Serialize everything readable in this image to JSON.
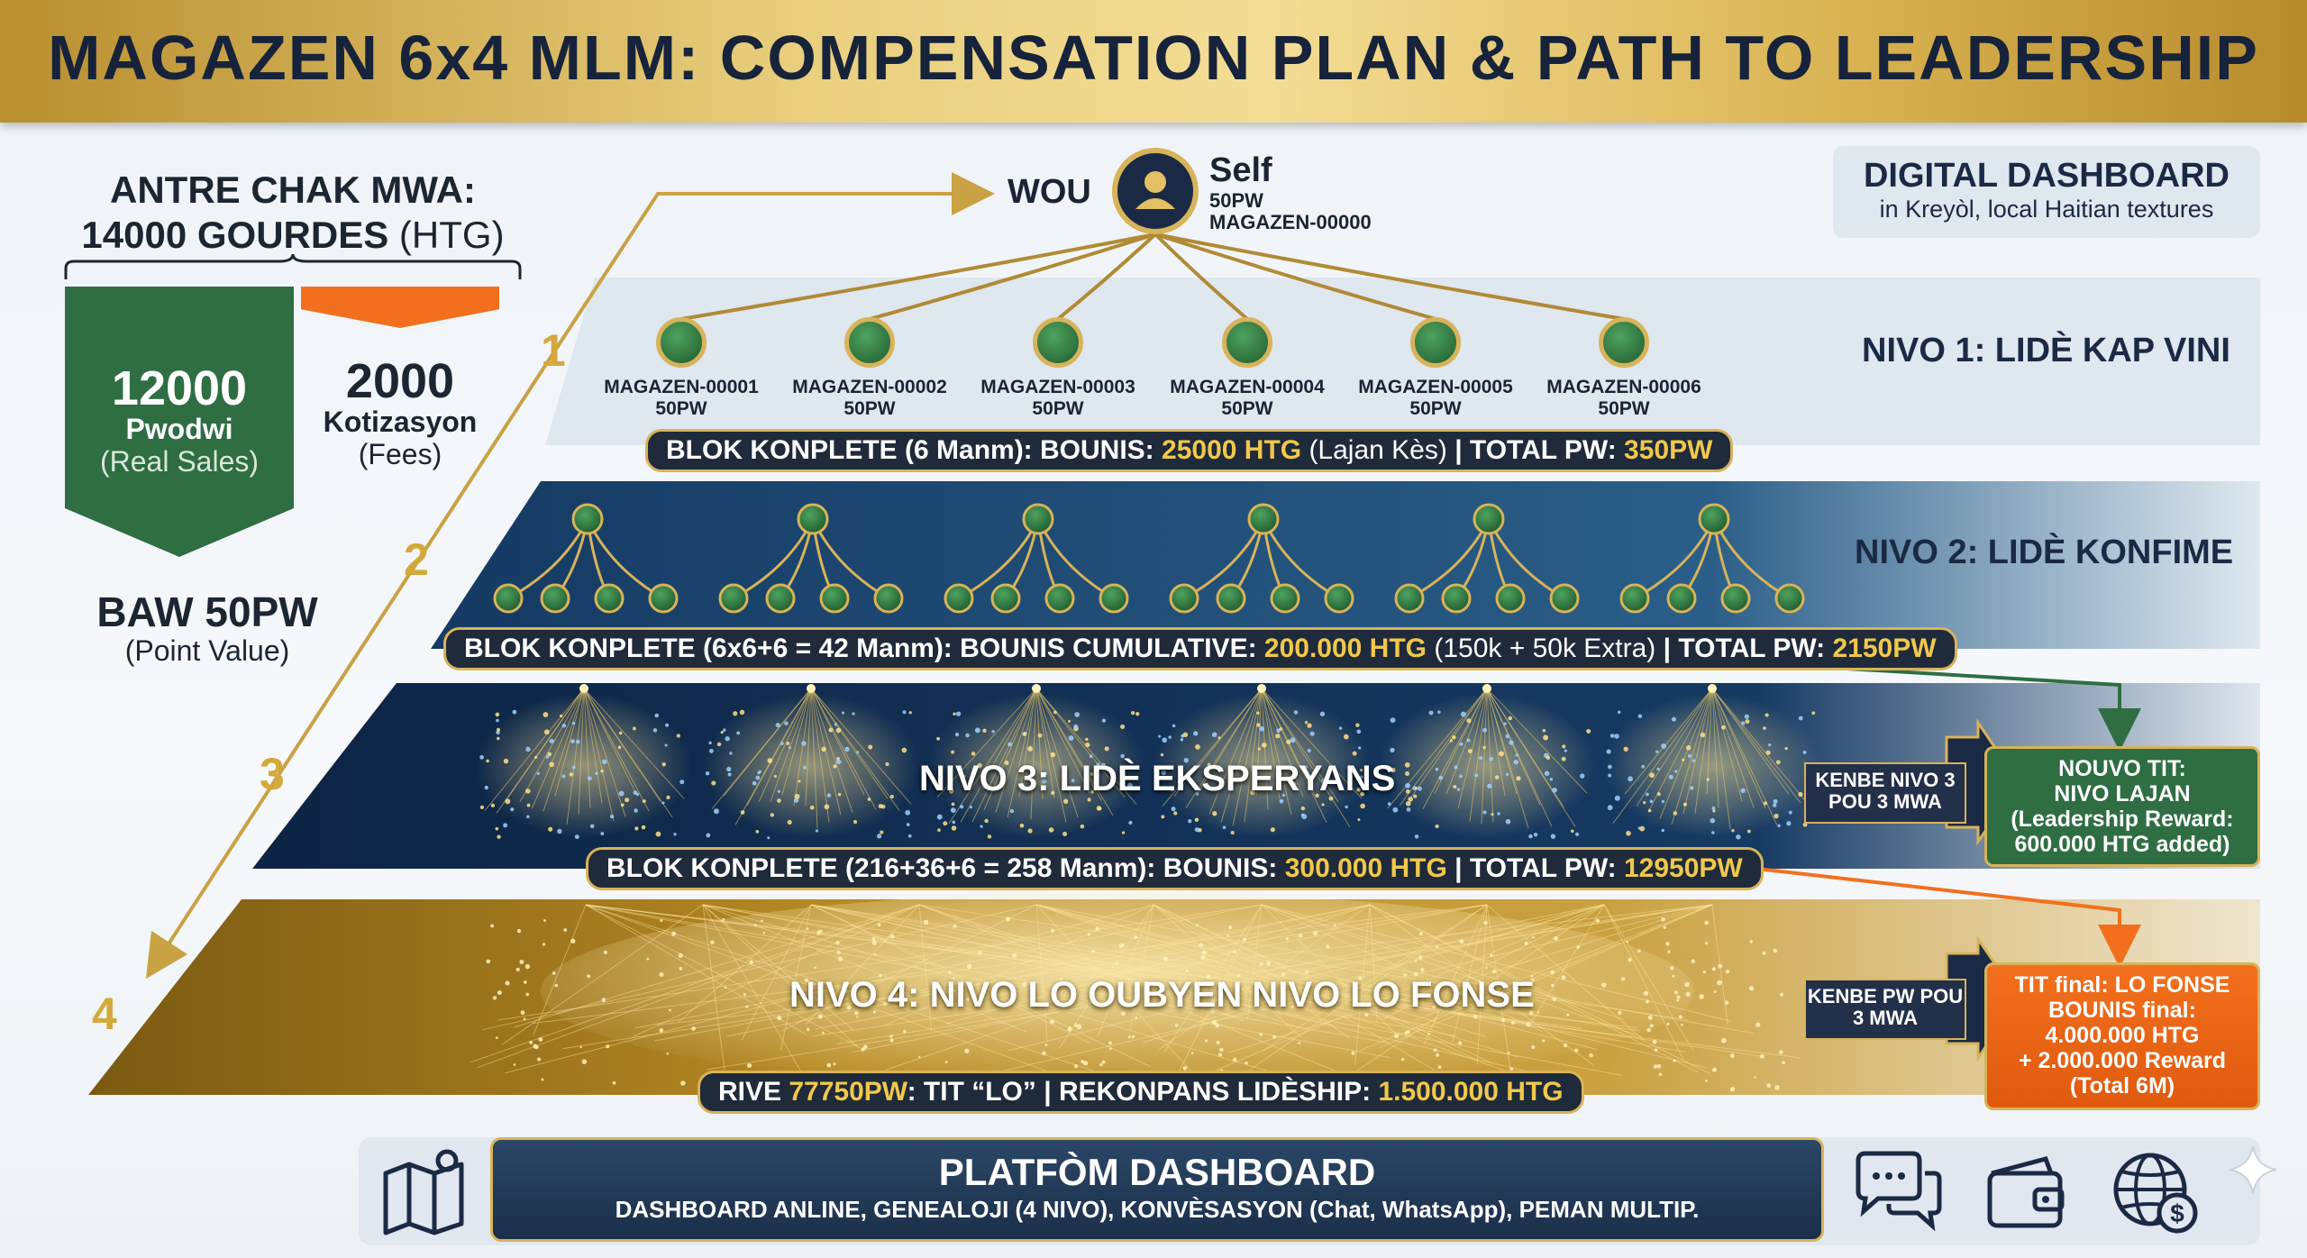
{
  "title": "MAGAZEN 6x4 MLM: COMPENSATION PLAN & PATH TO LEADERSHIP",
  "entry": {
    "line1": "ANTRE CHAK MWA:",
    "line2_bold": "14000 GOURDES",
    "line2_thin": "(HTG)",
    "products_value": "12000",
    "products_label": "Pwodwi",
    "products_note": "(Real Sales)",
    "fees_value": "2000",
    "fees_label": "Kotizasyon",
    "fees_note": "(Fees)",
    "base_pw": "BAW 50PW",
    "base_note": "(Point Value)"
  },
  "path_numbers": [
    "1",
    "2",
    "3",
    "4"
  ],
  "root": {
    "wou": "WOU",
    "name": "Self",
    "pw": "50PW",
    "id": "MAGAZEN-00000"
  },
  "digital": {
    "title": "DIGITAL DASHBOARD",
    "subtitle": "in Kreyòl, local Haitian textures"
  },
  "level1": {
    "label": "NIVO 1: LIDÈ KAP VINI",
    "nodes": [
      {
        "id": "MAGAZEN-00001",
        "pw": "50PW"
      },
      {
        "id": "MAGAZEN-00002",
        "pw": "50PW"
      },
      {
        "id": "MAGAZEN-00003",
        "pw": "50PW"
      },
      {
        "id": "MAGAZEN-00004",
        "pw": "50PW"
      },
      {
        "id": "MAGAZEN-00005",
        "pw": "50PW"
      },
      {
        "id": "MAGAZEN-00006",
        "pw": "50PW"
      }
    ],
    "pill_a": "BLOK KONPLETE (6 Manm): BOUNIS: ",
    "pill_b": "25000 HTG",
    "pill_c": " (Lajan Kès)",
    "pill_d": " | TOTAL PW: ",
    "pill_e": "350PW"
  },
  "level2": {
    "label": "NIVO 2: LIDÈ KONFIME",
    "pill_a": "BLOK KONPLETE (6x6+6 = 42 Manm): BOUNIS CUMULATIVE: ",
    "pill_b": "200.000 HTG",
    "pill_c": " (150k + 50k Extra)",
    "pill_d": " | TOTAL PW: ",
    "pill_e": "2150PW"
  },
  "level3": {
    "label": "NIVO 3: LIDÈ EKSPERYANS",
    "pill_a": "BLOK KONPLETE (216+36+6 = 258 Manm): BOUNIS: ",
    "pill_b": "300.000 HTG",
    "pill_d": " | TOTAL PW: ",
    "pill_e": "12950PW",
    "kenbe": "KENBE NIVO 3 POU 3 MWA",
    "reward": [
      "NOUVO TIT:",
      "NIVO LAJAN",
      "(Leadership Reward:",
      "600.000 HTG added)"
    ]
  },
  "level4": {
    "label": "NIVO 4: NIVO LO OUBYEN NIVO LO FONSE",
    "pill_a": "RIVE ",
    "pill_b": "77750PW",
    "pill_c": ": TIT “LO” | REKONPANS LIDÈSHIP: ",
    "pill_d": "1.500.000 HTG",
    "kenbe": "KENBE PW POU 3 MWA",
    "reward": [
      "TIT final: LO FONSE",
      "BOUNIS final:",
      "4.000.000 HTG",
      "+ 2.000.000 Reward",
      "(Total 6M)"
    ]
  },
  "footer": {
    "title": "PLATFÒM DASHBOARD",
    "subtitle": "DASHBOARD ANLINE, GENEALOJI (4 NIVO), KONVÈSASYON (Chat, WhatsApp), PEMAN MULTIP."
  },
  "icons": [
    "map-icon",
    "chat-icon",
    "wallet-icon",
    "globe-dollar-icon",
    "sparkle-icon",
    "user-icon"
  ],
  "colors": {
    "gold": "#d7b35a",
    "navy": "#1b2a44",
    "green": "#2e6e42",
    "orange": "#f2701d"
  }
}
